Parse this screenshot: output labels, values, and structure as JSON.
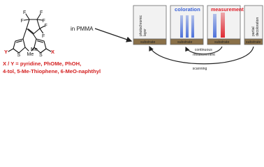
{
  "molecule": {
    "fluorine_labels": [
      "F",
      "F",
      "F",
      "F",
      "F",
      "F"
    ],
    "sulfur_labels": [
      "S",
      "S"
    ],
    "methyl_labels": [
      "Me",
      "Me"
    ],
    "substituent_left": "Y",
    "substituent_right": "X"
  },
  "legend": {
    "line1": "X / Y = pyridine, PhOMe, PhOH,",
    "line2": "4-tol, 5-Me-Thiophene, 6-MeO-naphthyl"
  },
  "matrix_label": "in PMMA",
  "panels": {
    "layer_label_line1": "photochromic",
    "layer_label_line2": "layer",
    "substrate_label": "substrate",
    "coloration_label": "coloration",
    "measurement_label": "measurement",
    "partial_label_line1": "partial",
    "partial_label_line2": "decoloration",
    "continuous_line1": "continuous",
    "continuous_line2": "measurement",
    "scanning_label": "scanning"
  },
  "colors": {
    "substituent": "#d42020",
    "coloration_accent": "#3b63d8",
    "measurement_accent": "#e0202a",
    "substrate_fill": "#8a7048",
    "panel_fill": "#f2f2f2",
    "panel_border": "#6a6a6a",
    "arrow": "#222222"
  }
}
